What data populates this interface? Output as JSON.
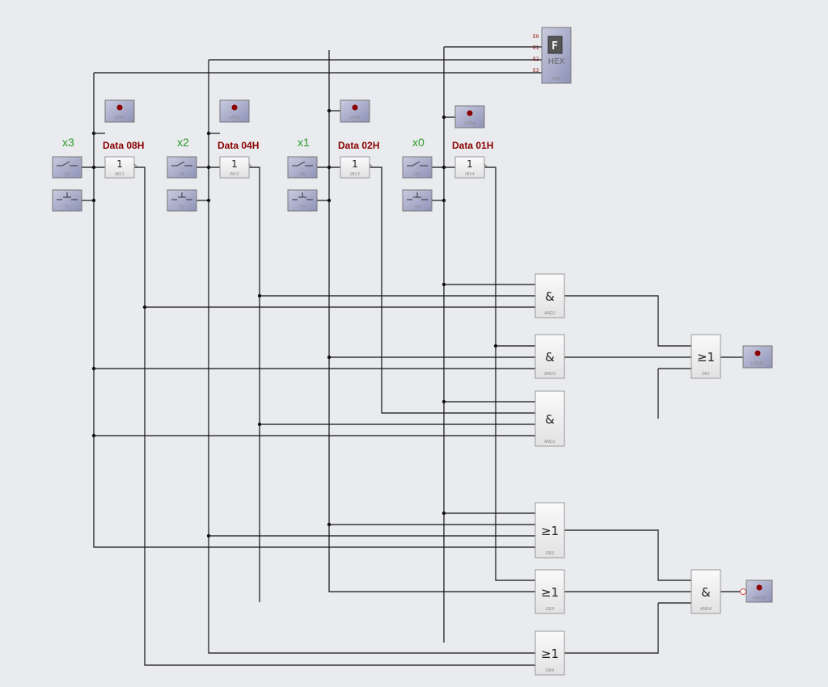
{
  "inputs": [
    {
      "var": "x3",
      "data": "Data 08H",
      "switch": "S1",
      "button": "T1",
      "inv": "INV1",
      "led": "LED1"
    },
    {
      "var": "x2",
      "data": "Data 04H",
      "switch": "S2",
      "button": "T2",
      "inv": "INV2",
      "led": "LED2"
    },
    {
      "var": "x1",
      "data": "Data 02H",
      "switch": "S3",
      "button": "T3",
      "inv": "INV3",
      "led": "LED3"
    },
    {
      "var": "x0",
      "data": "Data 01H",
      "switch": "S4",
      "button": "T4",
      "inv": "INV4",
      "led": "LED4"
    }
  ],
  "inverter_symbol": "1",
  "hex_display": {
    "glyph": "F",
    "label": "HEX",
    "name": "HEX",
    "pins": [
      "E0",
      "E1",
      "E2",
      "E3"
    ]
  },
  "gates": [
    {
      "sym": "&",
      "name": "AND2"
    },
    {
      "sym": "&",
      "name": "AND3"
    },
    {
      "sym": "&",
      "name": "AND1"
    },
    {
      "sym": "≥1",
      "name": "OR1"
    },
    {
      "sym": "≥1",
      "name": "OR2"
    },
    {
      "sym": "≥1",
      "name": "OR3"
    },
    {
      "sym": "≥1",
      "name": "OR4"
    },
    {
      "sym": "&",
      "name": "AND4"
    }
  ],
  "output_leds": [
    "LED11",
    "LED12"
  ],
  "colors": {
    "background": "#e9ebee",
    "wire": "#111111",
    "var_label": "#2a9a2a",
    "data_label": "#8b0000",
    "led": "#8b0000"
  }
}
